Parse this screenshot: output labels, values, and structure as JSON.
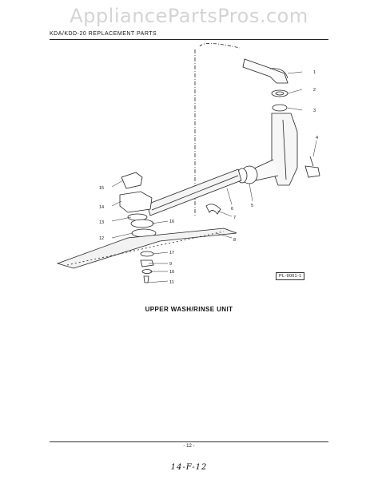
{
  "watermark": "AppliancePartsPros.com",
  "header": "KDA/KDD-20 REPLACEMENT PARTS",
  "caption": "UPPER WASH/RINSE UNIT",
  "reference_code": "PL-9001-1",
  "page_number": "- 12 -",
  "handwritten_note": "14-F-12",
  "callouts": [
    "1",
    "2",
    "3",
    "4",
    "5",
    "6",
    "7",
    "8",
    "9",
    "10",
    "11",
    "12",
    "13",
    "14",
    "15",
    "16",
    "17"
  ]
}
